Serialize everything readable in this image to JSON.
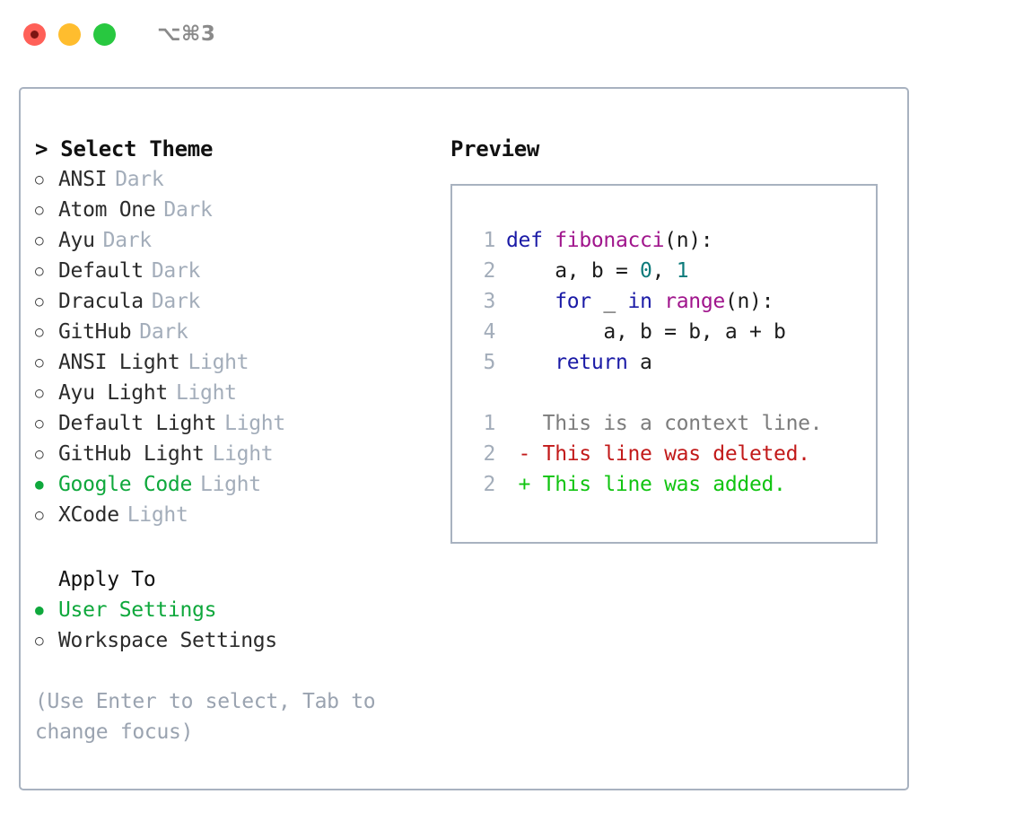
{
  "window": {
    "shortcut": "⌥⌘3",
    "traffic_lights": [
      {
        "name": "close",
        "color": "#ff6058",
        "recording": true
      },
      {
        "name": "minimize",
        "color": "#ffbd2e",
        "recording": false
      },
      {
        "name": "maximize",
        "color": "#28c840",
        "recording": false
      }
    ]
  },
  "theme_panel": {
    "header": "> Select Theme",
    "items": [
      {
        "marker": "○",
        "name": "ANSI",
        "variant": "Dark",
        "selected": false
      },
      {
        "marker": "○",
        "name": "Atom One",
        "variant": "Dark",
        "selected": false
      },
      {
        "marker": "○",
        "name": "Ayu",
        "variant": "Dark",
        "selected": false
      },
      {
        "marker": "○",
        "name": "Default",
        "variant": "Dark",
        "selected": false
      },
      {
        "marker": "○",
        "name": "Dracula",
        "variant": "Dark",
        "selected": false
      },
      {
        "marker": "○",
        "name": "GitHub",
        "variant": "Dark",
        "selected": false
      },
      {
        "marker": "○",
        "name": "ANSI Light",
        "variant": "Light",
        "selected": false
      },
      {
        "marker": "○",
        "name": "Ayu Light",
        "variant": "Light",
        "selected": false
      },
      {
        "marker": "○",
        "name": "Default Light",
        "variant": "Light",
        "selected": false
      },
      {
        "marker": "○",
        "name": "GitHub Light",
        "variant": "Light",
        "selected": false
      },
      {
        "marker": "●",
        "name": "Google Code",
        "variant": "Light",
        "selected": true
      },
      {
        "marker": "○",
        "name": "XCode",
        "variant": "Light",
        "selected": false
      }
    ]
  },
  "apply_to": {
    "header": "Apply To",
    "items": [
      {
        "marker": "●",
        "name": "User Settings",
        "selected": true
      },
      {
        "marker": "○",
        "name": "Workspace Settings",
        "selected": false
      }
    ]
  },
  "hint": "(Use Enter to select, Tab to change focus)",
  "preview": {
    "header": "Preview",
    "code_lines": [
      {
        "ln": "1",
        "indent": "",
        "tokens": [
          {
            "t": "def",
            "c": "kw"
          },
          {
            "t": " ",
            "c": "plain"
          },
          {
            "t": "fibonacci",
            "c": "fn"
          },
          {
            "t": "(n):",
            "c": "plain"
          }
        ]
      },
      {
        "ln": "2",
        "indent": "    ",
        "tokens": [
          {
            "t": "a, b = ",
            "c": "plain"
          },
          {
            "t": "0",
            "c": "num"
          },
          {
            "t": ", ",
            "c": "plain"
          },
          {
            "t": "1",
            "c": "num"
          }
        ]
      },
      {
        "ln": "3",
        "indent": "    ",
        "tokens": [
          {
            "t": "for",
            "c": "kw"
          },
          {
            "t": " _ ",
            "c": "plain"
          },
          {
            "t": "in",
            "c": "kw"
          },
          {
            "t": " ",
            "c": "plain"
          },
          {
            "t": "range",
            "c": "fn"
          },
          {
            "t": "(n):",
            "c": "plain"
          }
        ]
      },
      {
        "ln": "4",
        "indent": "        ",
        "tokens": [
          {
            "t": "a, b = b, a + b",
            "c": "plain"
          }
        ]
      },
      {
        "ln": "5",
        "indent": "    ",
        "tokens": [
          {
            "t": "return",
            "c": "kw"
          },
          {
            "t": " a",
            "c": "plain"
          }
        ]
      }
    ],
    "diff_lines": [
      {
        "ln": "1",
        "sign": " ",
        "text": "This is a context line.",
        "kind": "ctx"
      },
      {
        "ln": "2",
        "sign": "-",
        "text": "This line was deleted.",
        "kind": "del"
      },
      {
        "ln": "2",
        "sign": "+",
        "text": "This line was added.",
        "kind": "add"
      }
    ]
  },
  "colors": {
    "accent_green": "#0fa83c",
    "muted": "#a3adba",
    "border": "#a8b2c0",
    "keyword": "#1a1aa6",
    "function": "#a0158c",
    "number": "#0d7b7b",
    "diff_add": "#11c411",
    "diff_del": "#c21a1a",
    "diff_ctx": "#7c7c7c"
  }
}
